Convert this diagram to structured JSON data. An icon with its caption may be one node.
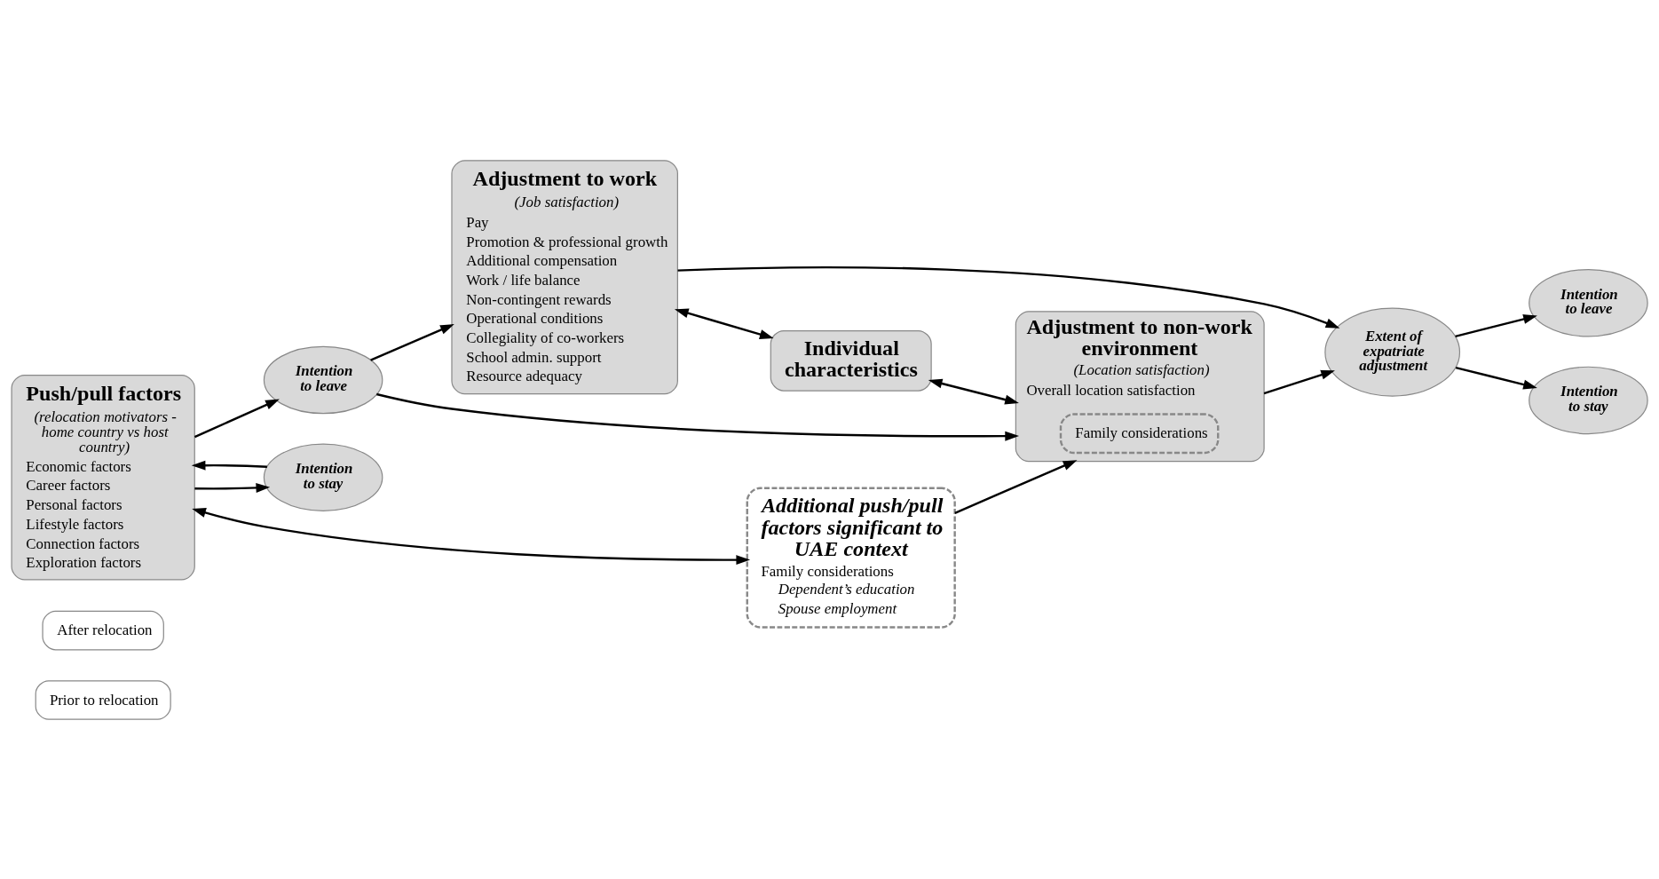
{
  "diagram": {
    "nodes": [
      {
        "text": [
          "Prior to relocation"
        ]
      },
      {
        "text": [
          "After relocation"
        ]
      },
      {
        "text": [
          "Push/pull factors",
          "(relocation motivators - home country vs host country)",
          "Economic factors",
          "Career factors",
          "Personal factors",
          "Lifestyle factors",
          "Connection factors",
          "Exploration factors"
        ]
      },
      {
        "text": [
          "Intention to leave"
        ]
      },
      {
        "text": [
          "Intention to stay"
        ]
      },
      {
        "text": [
          "Additional push/pull factors significant to UAE context",
          "Family considerations",
          "Dependent’s education",
          "Spouse employment"
        ]
      },
      {
        "text": [
          "Adjustment to work",
          "(Job satisfaction)",
          "Pay",
          "Promotion & professional growth",
          "Additional compensation",
          "Work / life balance",
          "Non-contingent rewards",
          "Operational conditions",
          "Collegiality of co-workers",
          "School admin. support",
          "Resource adequacy"
        ]
      },
      {
        "text": [
          "Individual characteristics"
        ]
      },
      {
        "text": [
          "Adjustment to non-work environment",
          "(Location satisfaction)",
          "Overall location satisfaction"
        ]
      },
      {
        "text": [
          "Family considerations"
        ],
        "in": 8
      },
      {
        "text": [
          "Extent of expatriate adjustment"
        ]
      },
      {
        "text": [
          "Intention to leave"
        ]
      },
      {
        "text": [
          "Intention to stay"
        ]
      }
    ],
    "edges": [
      {
        "from": 2,
        "to": 3,
        "arrow": "to"
      },
      {
        "from": 2,
        "to": 4,
        "arrow": "to"
      },
      {
        "from": 4,
        "to": 2,
        "arrow": "to"
      },
      {
        "from": 2,
        "to": 5,
        "arrow": "both"
      },
      {
        "from": 3,
        "to": 6,
        "arrow": "to"
      },
      {
        "from": 3,
        "to": 8,
        "arrow": "to"
      },
      {
        "from": 5,
        "to": 8,
        "arrow": "to"
      },
      {
        "from": 6,
        "to": 7,
        "arrow": "both"
      },
      {
        "from": 7,
        "to": 8,
        "arrow": "both"
      },
      {
        "from": 6,
        "to": 10,
        "arrow": "to"
      },
      {
        "from": 8,
        "to": 10,
        "arrow": "to"
      },
      {
        "from": 10,
        "to": 11,
        "arrow": "to"
      },
      {
        "from": 10,
        "to": 12,
        "arrow": "to"
      }
    ]
  }
}
